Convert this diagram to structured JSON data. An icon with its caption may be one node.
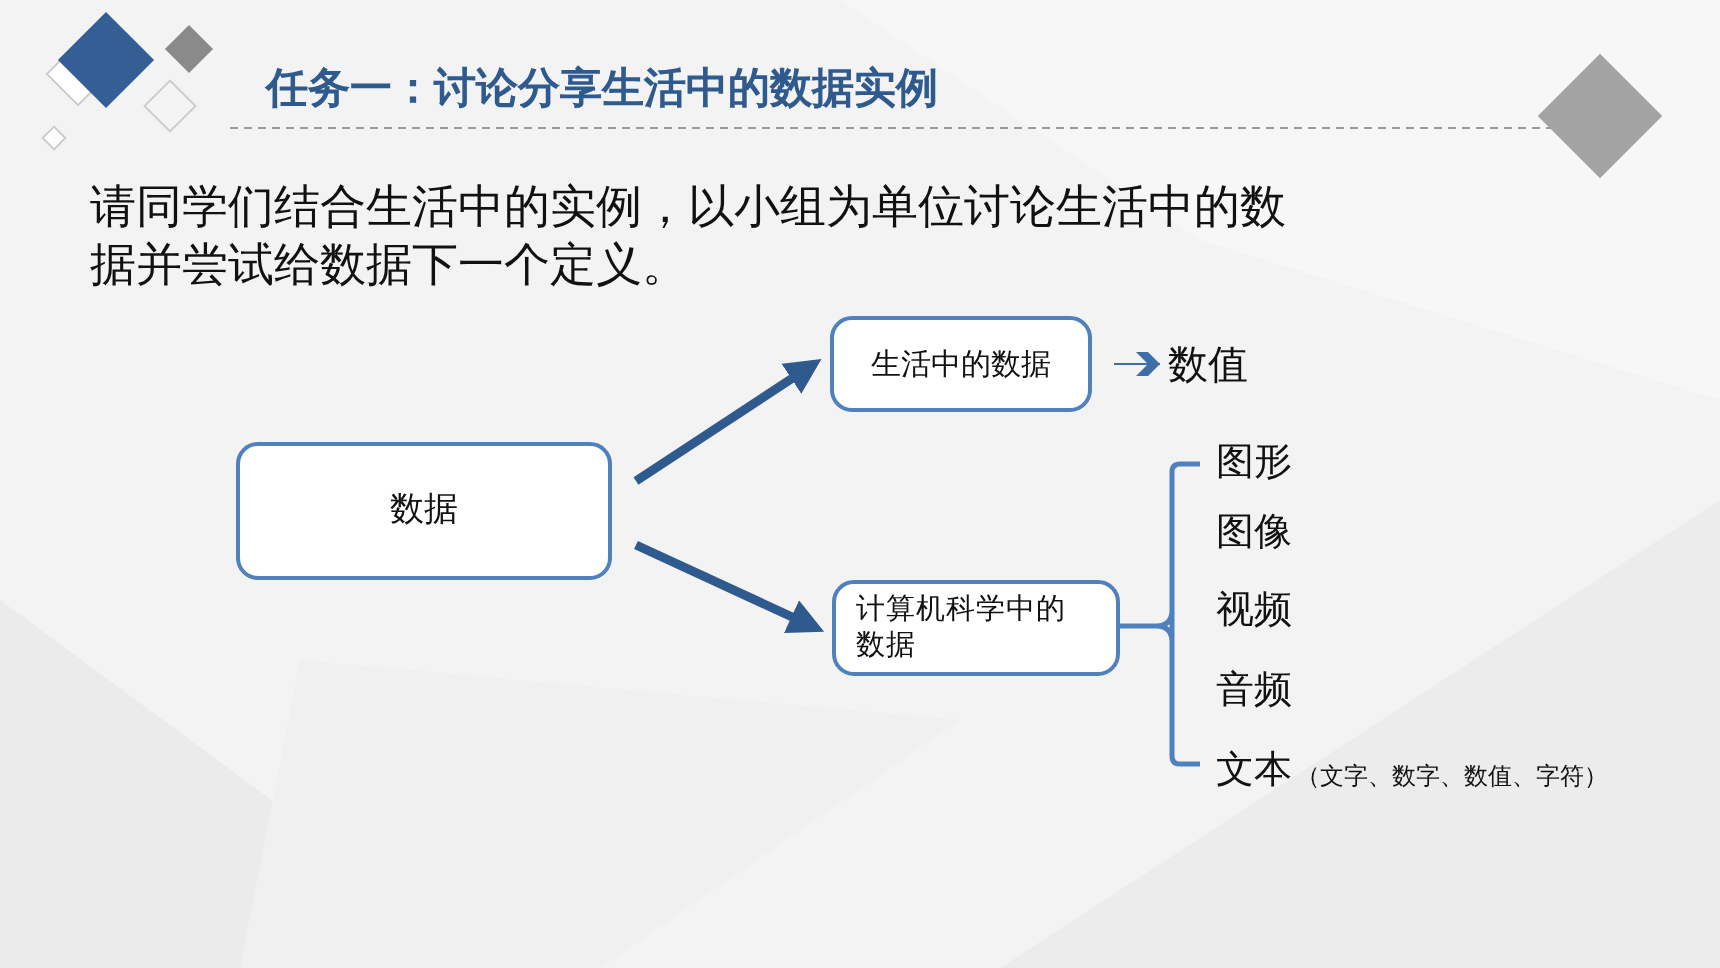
{
  "diagram": {
    "title": "任务一：讨论分享生活中的数据实例",
    "nodes": [
      {
        "text": [
          "数据"
        ]
      },
      {
        "text": [
          "生活中的数据"
        ]
      },
      {
        "text": [
          "计算机科学中的数据"
        ]
      },
      {
        "text": [
          "数值"
        ]
      }
    ],
    "edges": [
      {
        "from": 0,
        "to": 1,
        "arrow": "to"
      },
      {
        "from": 0,
        "to": 2,
        "arrow": "to"
      },
      {
        "from": 1,
        "to": 3,
        "arrow": "to"
      }
    ],
    "labels": [
      "请同学们结合生活中的实例，以小组为单位讨论生活中的数据并尝试给数据下一个定义。",
      "图形",
      "图像",
      "视频",
      "音频",
      "文本",
      "（文字、数字、数值、字符）"
    ]
  }
}
